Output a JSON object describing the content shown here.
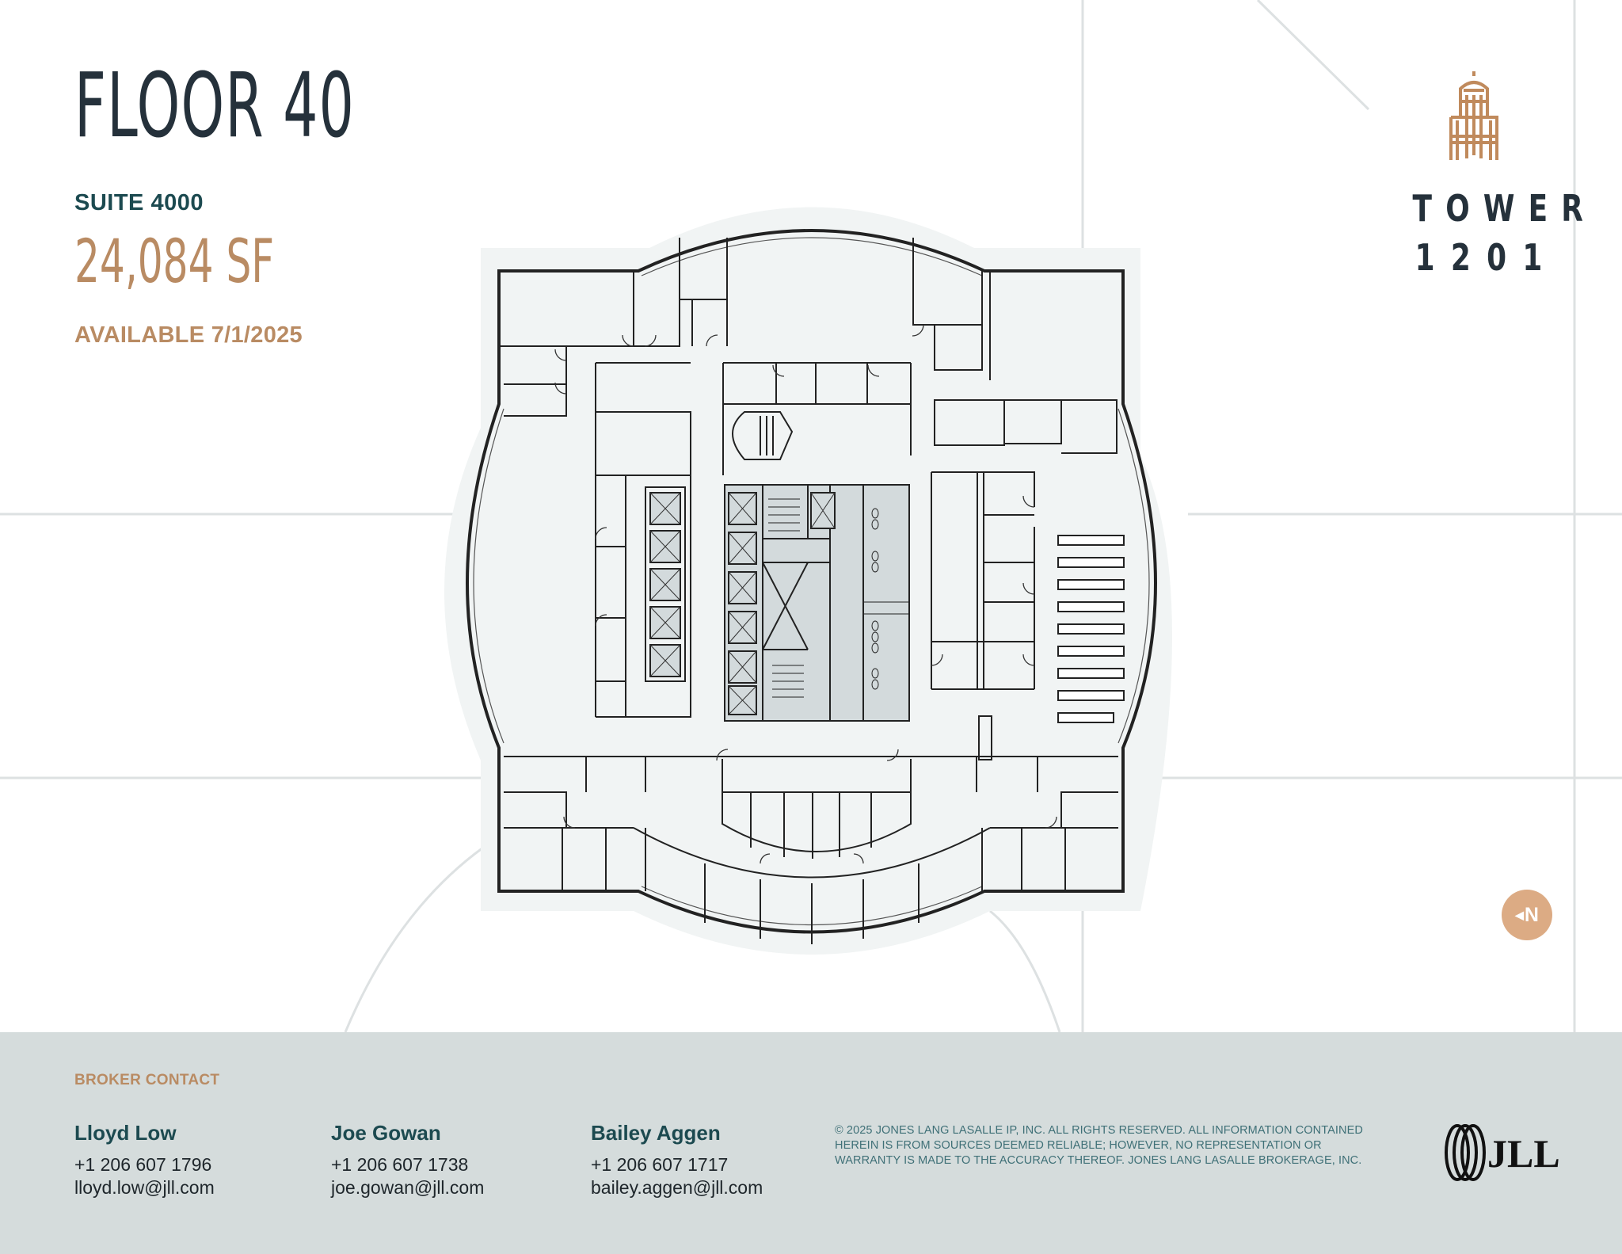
{
  "header": {
    "title": "FLOOR 40",
    "suite": "SUITE 4000",
    "area": "24,084 SF",
    "availability": "AVAILABLE 7/1/2025"
  },
  "brand": {
    "logo_icon": "tower-building-icon",
    "line1": "TOWER",
    "line2": "1201"
  },
  "floor_plan": {
    "label": "floor-plan-suite-4000",
    "workstation_count": 9
  },
  "north_indicator": {
    "label": "N",
    "arrow": "◀"
  },
  "footer": {
    "heading": "BROKER CONTACT",
    "contacts": [
      {
        "name": "Lloyd Low",
        "phone": "+1 206 607 1796",
        "email": "lloyd.low@jll.com"
      },
      {
        "name": "Joe Gowan",
        "phone": "+1 206 607 1738",
        "email": "joe.gowan@jll.com"
      },
      {
        "name": "Bailey Aggen",
        "phone": "+1 206 607 1717",
        "email": "bailey.aggen@jll.com"
      }
    ],
    "disclaimer": "© 2025 Jones Lang LaSalle IP, Inc. All rights reserved. All information contained herein is from sources deemed reliable; however, no representation or warranty is made to the accuracy thereof. Jones Lang LaSalle Brokerage, Inc.",
    "company_logo_text": "JLL"
  },
  "colors": {
    "navy": "#25313b",
    "teal": "#1c4a50",
    "tan": "#b98b63",
    "north_badge": "#dcab84",
    "footer_bg": "#d5dcdc",
    "plan_halo": "#f1f4f4",
    "core_fill": "#d3dadc"
  }
}
